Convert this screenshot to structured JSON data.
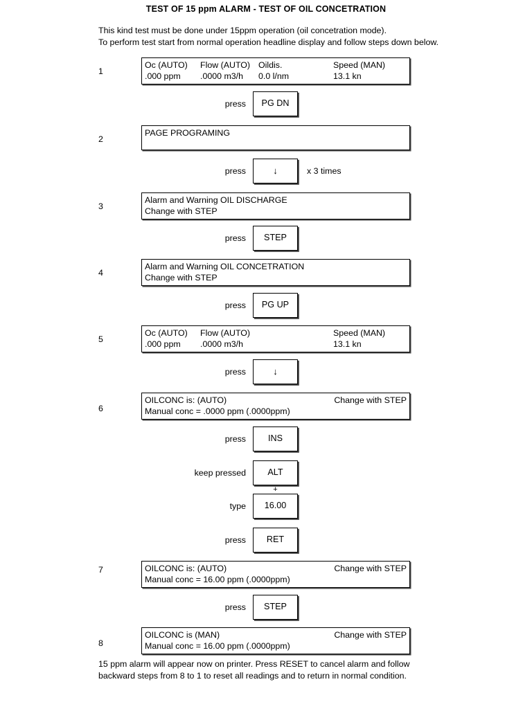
{
  "document": {
    "title": "TEST OF 15 ppm ALARM - TEST OF OIL CONCETRATION",
    "intro_line1": "This kind test must be done under 15ppm operation (oil concetration mode).",
    "intro_line2": "To perform test start from normal operation headline display and follow steps down below.",
    "footer_line1": "15 ppm alarm will appear now on printer. Press RESET to cancel alarm and follow",
    "footer_line2": "backward steps from 8 to 1 to reset all readings and to return in normal condition."
  },
  "labels": {
    "press": "press",
    "keep_pressed": "keep pressed",
    "type": "type",
    "plus": "+",
    "x3times": "x 3 times"
  },
  "steps": {
    "s1": {
      "num": "1",
      "line1_c1": "Oc (AUTO)",
      "line1_c2": "Flow (AUTO)",
      "line1_c3": "Oildis.",
      "line1_c4": "Speed (MAN)",
      "line2_c1": ".000 ppm",
      "line2_c2": ".0000 m3/h",
      "line2_c3": "0.0 l/nm",
      "line2_c4": "13.1 kn"
    },
    "s2": {
      "num": "2",
      "line1": "PAGE PROGRAMING"
    },
    "s3": {
      "num": "3",
      "line1": "Alarm and Warning OIL DISCHARGE",
      "line2": "Change with STEP"
    },
    "s4": {
      "num": "4",
      "line1": "Alarm and Warning OIL CONCETRATION",
      "line2": "Change with STEP"
    },
    "s5": {
      "num": "5",
      "line1_c1": "Oc (AUTO)",
      "line1_c2": "Flow (AUTO)",
      "line1_c4": "Speed (MAN)",
      "line2_c1": ".000 ppm",
      "line2_c2": ".0000 m3/h",
      "line2_c4": "13.1 kn"
    },
    "s6": {
      "num": "6",
      "line1": "OILCONC is: (AUTO)",
      "line1_right": "Change with STEP",
      "line2": "Manual conc = .0000 ppm (.0000ppm)"
    },
    "s7": {
      "num": "7",
      "line1": "OILCONC is: (AUTO)",
      "line1_right": "Change with STEP",
      "line2": "Manual conc = 16.00 ppm (.0000ppm)"
    },
    "s8": {
      "num": "8",
      "line1": "OILCONC is (MAN)",
      "line1_right": "Change with STEP",
      "line2": "Manual conc = 16.00 ppm (.0000ppm)"
    }
  },
  "keys": {
    "pg_dn": "PG DN",
    "down_arrow": "↓",
    "step": "STEP",
    "pg_up": "PG UP",
    "down_arrow2": "↓",
    "ins": "INS",
    "alt": "ALT",
    "value": "16.00",
    "ret": "RET",
    "step2": "STEP"
  }
}
